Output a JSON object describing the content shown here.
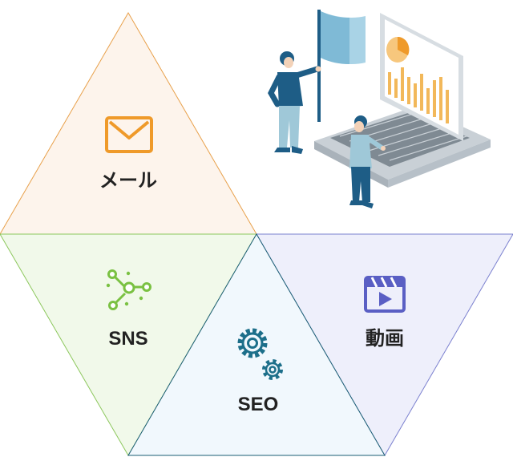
{
  "segments": {
    "mail": {
      "label": "メール",
      "icon": "envelope-icon"
    },
    "sns": {
      "label": "SNS",
      "icon": "network-nodes-icon"
    },
    "seo": {
      "label": "SEO",
      "icon": "gears-icon"
    },
    "video": {
      "label": "動画",
      "icon": "video-clapperboard-icon"
    }
  },
  "illustration": {
    "icon": "people-with-flag-and-laptop-chart-illustration"
  },
  "colors": {
    "mail_fill": "#fdf4ec",
    "mail_stroke": "#e8a04a",
    "mail_icon": "#ef9a2a",
    "sns_fill": "#f1f9ea",
    "sns_stroke": "#8cc75c",
    "sns_icon": "#7ac142",
    "seo_fill": "#f1f8fd",
    "seo_stroke": "#1b5e74",
    "seo_icon": "#1d6f8a",
    "video_fill": "#eeeffb",
    "video_stroke": "#7b80cf",
    "video_icon": "#5a5fc4",
    "illustration_blue": "#1e5d86",
    "illustration_bar": "#f2b85a"
  }
}
